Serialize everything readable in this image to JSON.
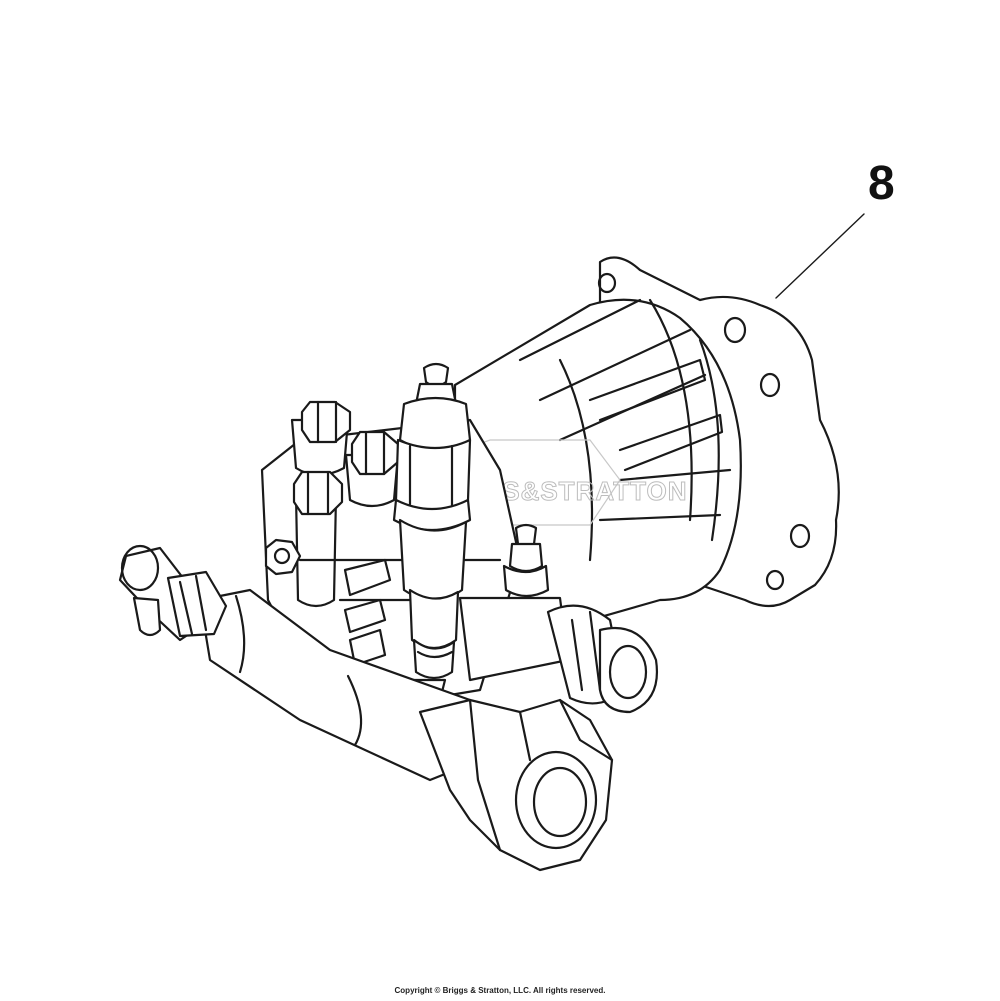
{
  "diagram": {
    "callouts": [
      {
        "label": "8",
        "part": "pump-assembly"
      }
    ],
    "watermark_text": "BRIGGS&STRATTON",
    "copyright": "Copyright © Briggs & Stratton, LLC. All rights reserved."
  }
}
